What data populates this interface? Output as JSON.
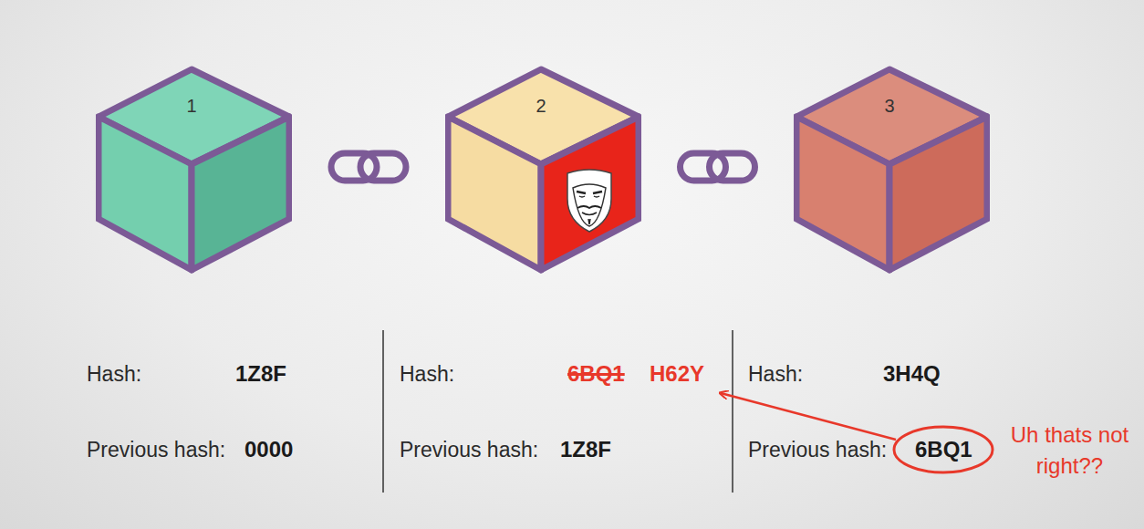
{
  "diagram": {
    "nodes": [
      {
        "text": [
          "1"
        ]
      },
      {
        "text": [
          "2"
        ]
      },
      {
        "text": [
          "3"
        ]
      }
    ],
    "edges": [
      {
        "from": 0,
        "to": 1,
        "arrow": "none"
      },
      {
        "from": 1,
        "to": 2,
        "arrow": "none"
      }
    ],
    "labels": [
      "Hash:",
      "1Z8F",
      "Previous hash:",
      "0000",
      "Hash:",
      "6BQ1",
      "H62Y",
      "Previous hash:",
      "1Z8F",
      "Hash:",
      "3H4Q",
      "Previous hash:",
      "6BQ1",
      "Uh thats not right??"
    ]
  }
}
